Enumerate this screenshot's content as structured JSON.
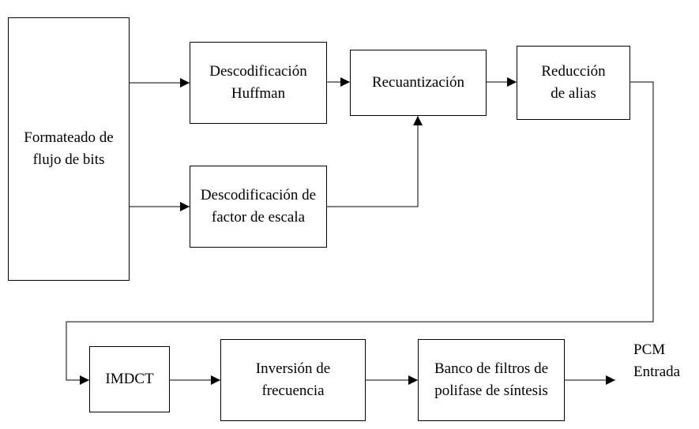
{
  "blocks": {
    "formatter": {
      "line1": "Formateado de",
      "line2": "flujo de bits"
    },
    "huffman": {
      "line1": "Descodificación",
      "line2": "Huffman"
    },
    "scalefactor": {
      "line1": "Descodificación de",
      "line2": "factor de escala"
    },
    "requant": {
      "line1": "Recuantización"
    },
    "alias": {
      "line1": "Reducción",
      "line2": "de alias"
    },
    "imdct": {
      "line1": "IMDCT"
    },
    "freqinv": {
      "line1": "Inversión de",
      "line2": "frecuencia"
    },
    "filterbank": {
      "line1": "Banco de filtros de",
      "line2": "polifase de síntesis"
    }
  },
  "output": {
    "line1": "PCM",
    "line2": "Entrada"
  },
  "colors": {
    "line": "#000000",
    "box_border": "#000000",
    "background": "#ffffff"
  }
}
